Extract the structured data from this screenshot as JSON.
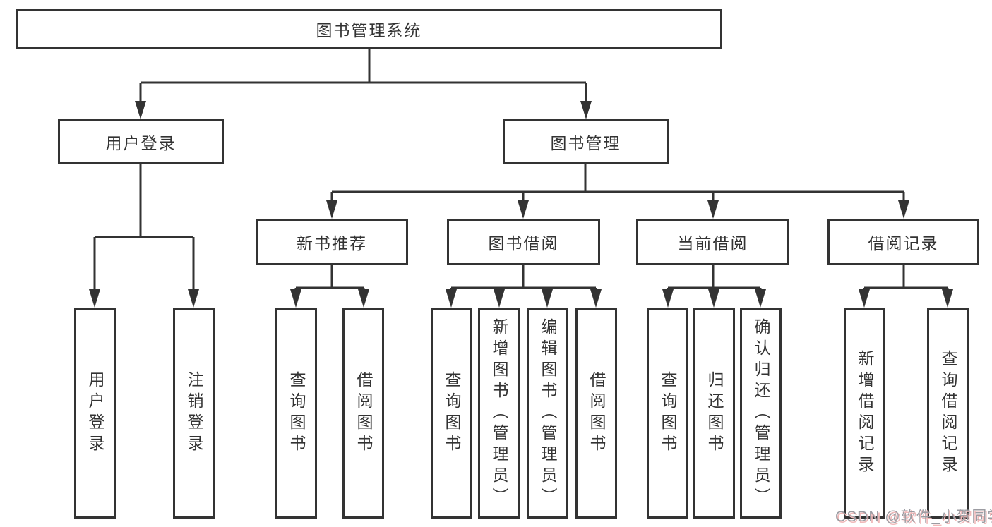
{
  "diagram_type": "hierarchy-tree",
  "colors": {
    "line": "#333333",
    "box_border": "#333333",
    "box_fill": "#ffffff",
    "text": "#333333",
    "background": "#ffffff",
    "watermark_text": "#9c9ca2",
    "watermark_shadow": "#f0b9b9"
  },
  "tree": {
    "root": {
      "label": "图书管理系统",
      "children": [
        {
          "label": "用户登录",
          "children": [
            {
              "label": "用户登录"
            },
            {
              "label": "注销登录"
            }
          ]
        },
        {
          "label": "图书管理",
          "children": [
            {
              "label": "新书推荐",
              "children": [
                {
                  "label": "查询图书"
                },
                {
                  "label": "借阅图书"
                }
              ]
            },
            {
              "label": "图书借阅",
              "children": [
                {
                  "label": "查询图书"
                },
                {
                  "label": "新增图书（管理员）"
                },
                {
                  "label": "编辑图书（管理员）"
                },
                {
                  "label": "借阅图书"
                }
              ]
            },
            {
              "label": "当前借阅",
              "children": [
                {
                  "label": "查询图书"
                },
                {
                  "label": "归还图书"
                },
                {
                  "label": "确认归还（管理员）"
                }
              ]
            },
            {
              "label": "借阅记录",
              "children": [
                {
                  "label": "新增借阅记录"
                },
                {
                  "label": "查询借阅记录"
                }
              ]
            }
          ]
        }
      ]
    }
  },
  "watermark": {
    "text": "CSDN @软件_小贺同学"
  }
}
